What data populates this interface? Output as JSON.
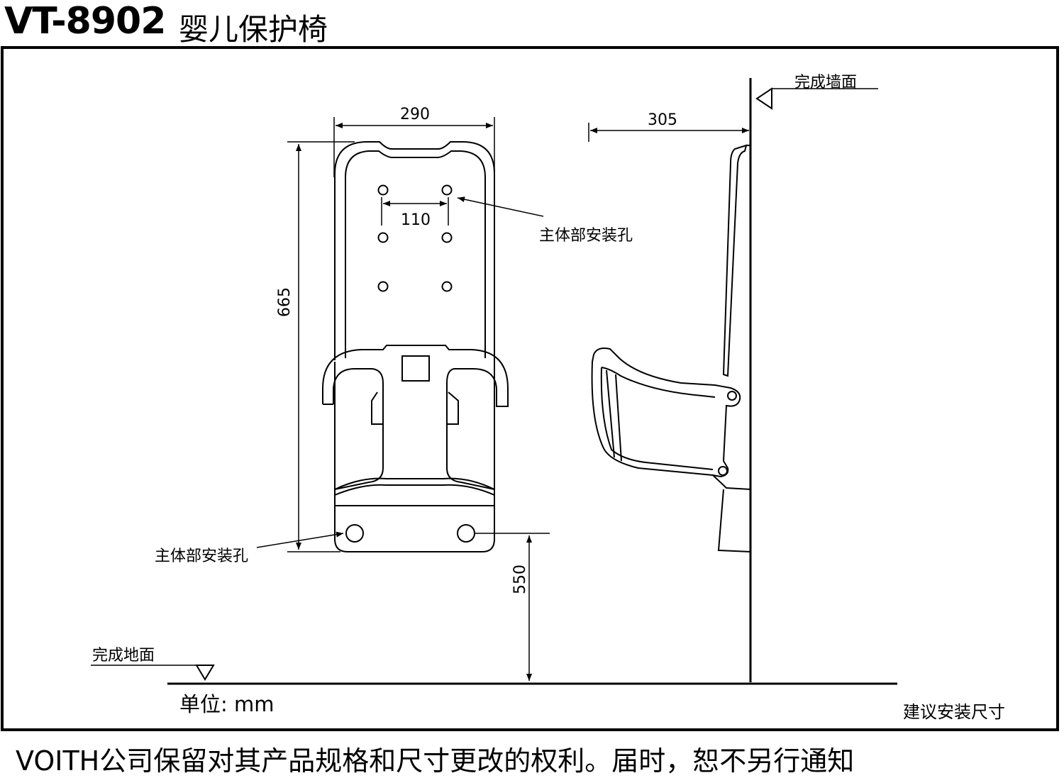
{
  "header": {
    "model": "VT-8902",
    "product_name": "婴儿保护椅"
  },
  "drawing": {
    "dim_width": "290",
    "dim_height": "665",
    "dim_hole_spacing": "110",
    "dim_projection": "305",
    "dim_mount_height": "550",
    "label_mount_holes_top": "主体部安装孔",
    "label_mount_holes_bottom": "主体部安装孔",
    "label_finished_wall": "完成墙面",
    "label_finished_floor": "完成地面",
    "unit": "单位: mm",
    "caption": "建议安装尺寸"
  },
  "footer": {
    "notice": "VOITH公司保留对其产品规格和尺寸更改的权利。届时，恕不另行通知"
  }
}
